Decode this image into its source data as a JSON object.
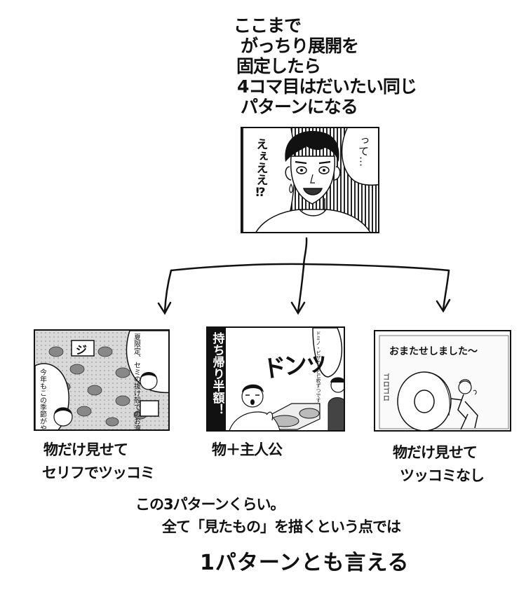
{
  "top_note": {
    "lines": [
      "ここまで",
      "がっちり展開を",
      "固定したら",
      "4コマ目はだいたい同じ",
      "パターンになる"
    ]
  },
  "center_panel": {
    "speech_left": "えぇええ⁉",
    "speech_right": "って…"
  },
  "panel_a": {
    "bubble_top": "夏限定、セミの抜け殻でのお渡しです",
    "bubble_bottom": "今年もこの季節がやって来たか",
    "sign": "ジ"
  },
  "panel_b": {
    "banner": "持ち帰り半額！",
    "sfx": "ドンッ",
    "bubble": "ドミノ・ピザのMとLI枚ずつです！"
  },
  "panel_c": {
    "line": "おまたせしました～",
    "sfx": "ゴロゴロ"
  },
  "captions": {
    "a": [
      "物だけ見せて",
      "セリフでツッコミ"
    ],
    "b": [
      "物＋主人公"
    ],
    "c": [
      "物だけ見せて",
      "ツッコミなし"
    ]
  },
  "bottom_note": {
    "line1": "この3パターンくらい。",
    "line2": "全て「見たもの」を描くという点では",
    "line3": "1パターンとも言える"
  }
}
